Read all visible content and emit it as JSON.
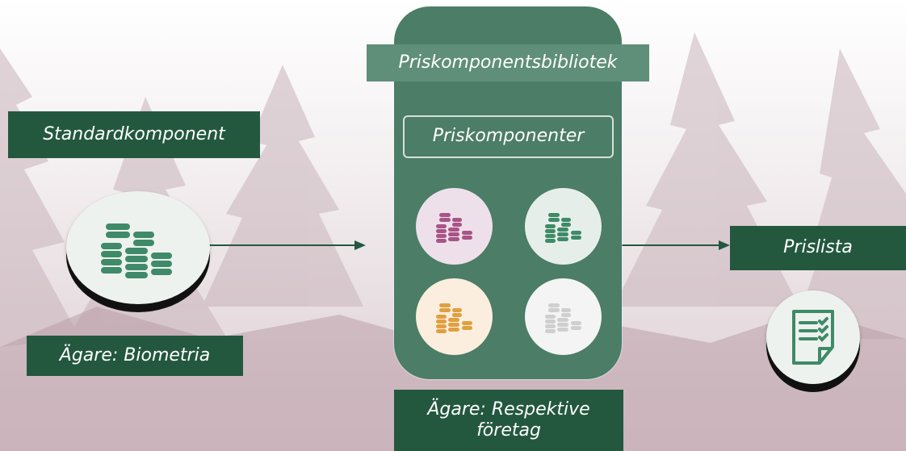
{
  "labels": {
    "library_title": "Priskomponentsbibliotek",
    "standard_component": "Standardkomponent",
    "price_components": "Priskomponenter",
    "price_list": "Prislista",
    "owner_biometria": "Ägare: Biometria",
    "owner_companies": "Ägare: Respektive företag"
  },
  "icons": {
    "standard": "coins-stack-icon",
    "components": [
      "coins-stack-icon",
      "coins-stack-icon",
      "coins-stack-icon",
      "coins-stack-icon"
    ],
    "price_list": "checklist-document-icon"
  },
  "colors": {
    "dark_green": "#23583f",
    "panel_green": "#4c7d66",
    "coin_green": "#3f8a68",
    "coin_purple": "#a85487",
    "coin_orange": "#e0a040",
    "coin_gray": "#cfcfcf"
  }
}
